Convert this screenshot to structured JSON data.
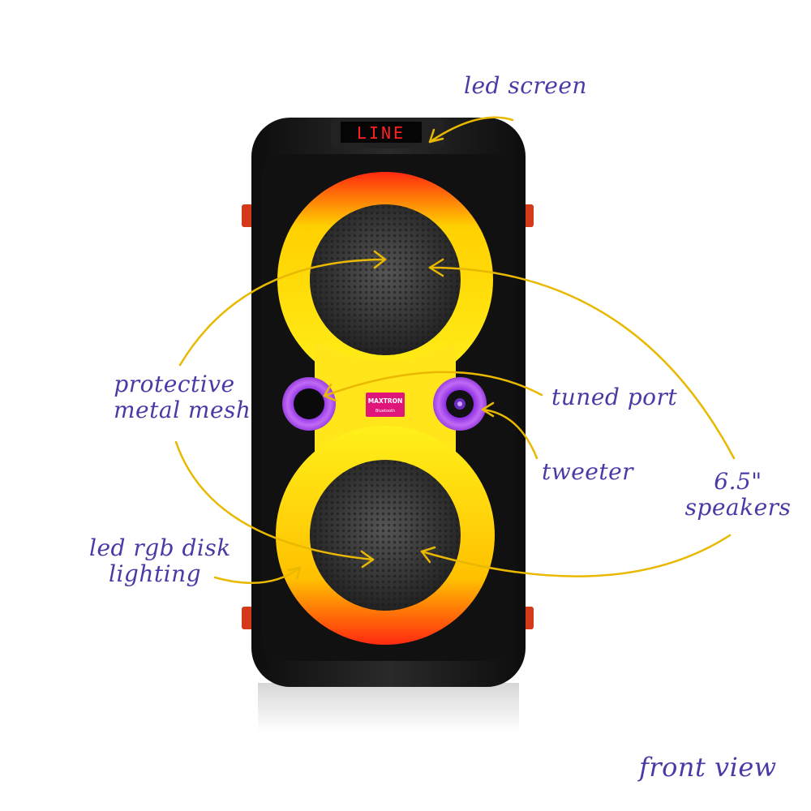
{
  "product": {
    "display_text": "LINE",
    "brand_badge": "MAXTRON",
    "brand_sub": "Bluetooth"
  },
  "labels": {
    "led_screen": "led screen",
    "protective_line1": "protective",
    "protective_line2": "metal mesh",
    "tuned_port": "tuned port",
    "tweeter": "tweeter",
    "speakers_line1": "6.5\"",
    "speakers_line2": "speakers",
    "led_rgb_line1": "led rgb disk",
    "led_rgb_line2": "lighting",
    "view": "front view"
  },
  "colors": {
    "label_text": "#4a3aa6",
    "arrow": "#e9b800",
    "ring_yellow": "#ffe51a",
    "ring_red": "#ff2a10",
    "port_purple": "#b04cf0",
    "cabinet": "#1a1a1a",
    "display_red": "#ff2020",
    "badge_pink": "#e0157a"
  }
}
